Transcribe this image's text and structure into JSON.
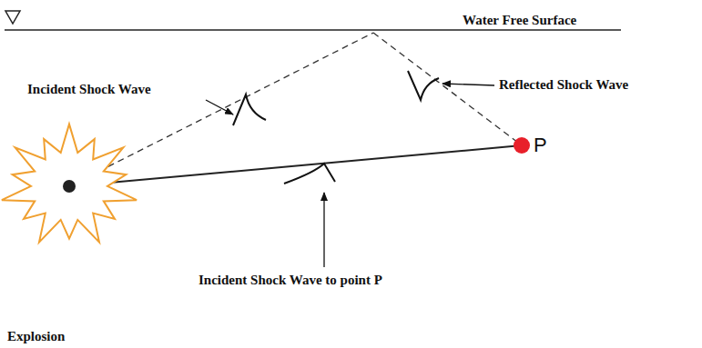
{
  "diagram": {
    "labels": [
      "Water Free Surface",
      "Incident Shock Wave",
      "Reflected Shock Wave",
      "P",
      "Incident Shock Wave to point P",
      "Explosion"
    ]
  }
}
